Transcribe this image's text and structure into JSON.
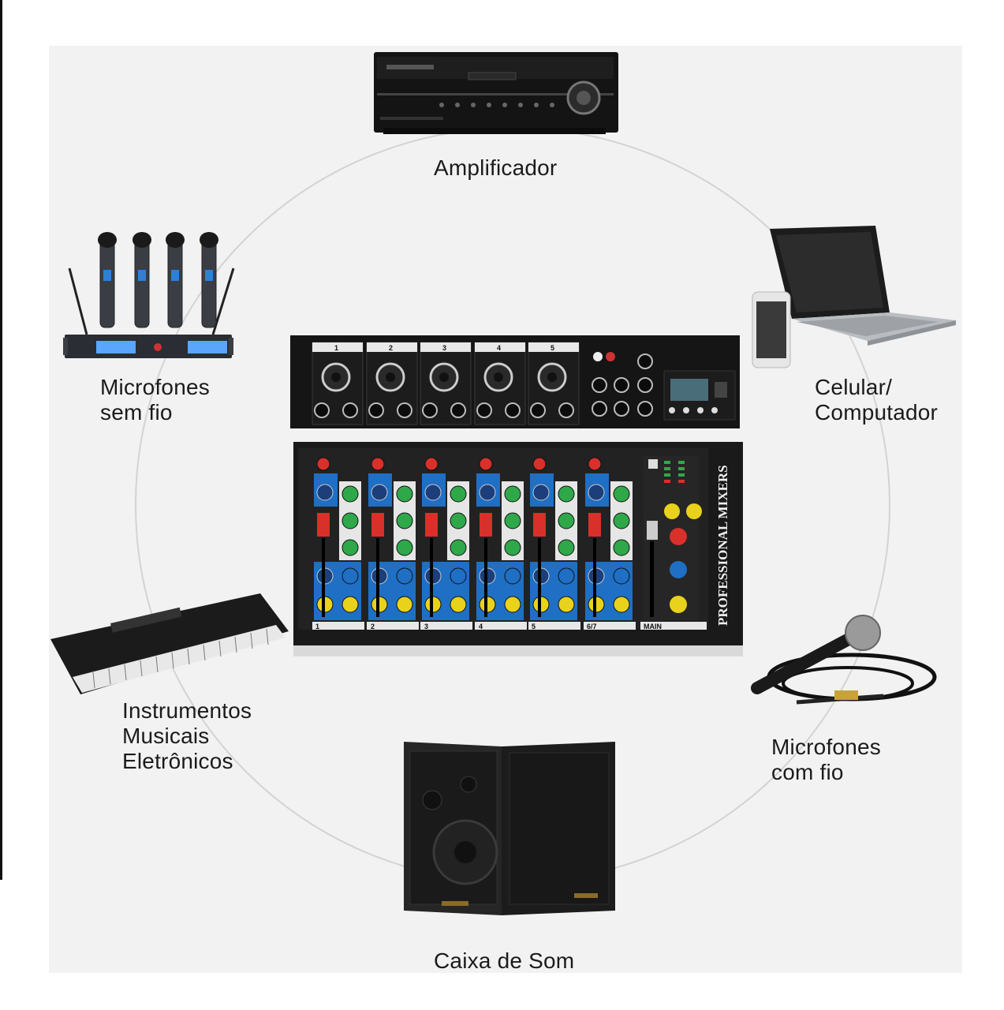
{
  "labels": {
    "amplifier": "Amplificador",
    "wireless_mics": "Microfones\nsem fio",
    "phone_computer": "Celular/\nComputador",
    "instruments": "Instrumentos\nMusicais\nEletrônicos",
    "wired_mics": "Microfones\ncom fio",
    "speakers": "Caixa de Som"
  },
  "mixer": {
    "side_text": "PROFESSIONAL MIXERS",
    "channels": [
      "1",
      "2",
      "3",
      "4",
      "5",
      "6/7",
      "MAIN"
    ]
  },
  "colors": {
    "panel": "#f2f2f2",
    "circle": "#d6d6d6",
    "device_black": "#1a1a1a",
    "mixer_blue": "#1f6fc4",
    "knob_green": "#2fa84a",
    "knob_red": "#d8302a",
    "knob_yellow": "#e8d21c",
    "lcd_blue": "#5aa6ff"
  }
}
